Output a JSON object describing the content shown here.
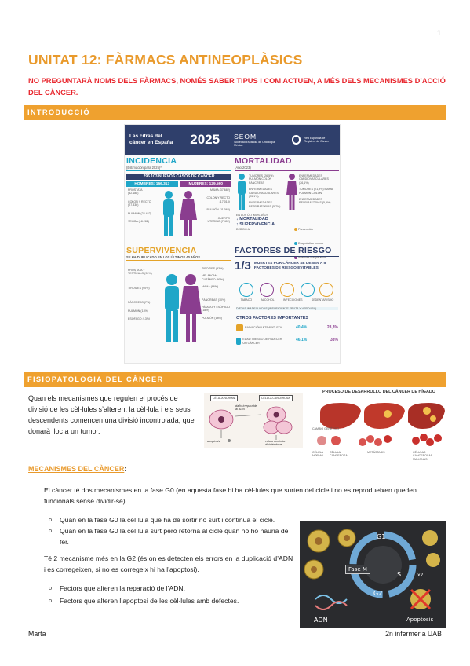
{
  "page_number": "1",
  "title": "UNITAT 12: FÀRMACS ANTINEOPLÀSICS",
  "warning": "NO PREGUNTARÀ NOMS DELS FÀRMACS, NOMÉS SABER TIPUS I COM ACTUEN, A MÉS DELS MECANISMES D’ACCIÓ DEL CÀNCER.",
  "sections": {
    "intro": "INTRODUCCIÓ",
    "fisio": "FISIOPATOLOGIA DEL CÀNCER"
  },
  "infographic": {
    "header_left": "Las cifras del cáncer en España",
    "year": "2025",
    "seom": "SEOM",
    "seom_sub": "Sociedad Española de Oncología Médica",
    "org": "Red Española de Registros de Cáncer",
    "incidencia": {
      "title": "INCIDENCIA",
      "sub": "(Estimación para 2025)*",
      "new_cases": "296.103 NUEVOS CASOS DE CÁNCER",
      "men": "HOMBRES: 166.313",
      "women": "MUJERES: 129.590",
      "men_list": [
        "PRÓSTATA (32.188)",
        "COLON Y RECTO (27.336)",
        "PULMÓN (23.442)",
        "VEJIGA (18.281)"
      ],
      "women_list": [
        "MAMA (37.682)",
        "COLON Y RECTO (17.018)",
        "PULMÓN (11.064)",
        "CUERPO UTERINO (7.402)"
      ]
    },
    "mortalidad": {
      "title": "MORTALIDAD",
      "sub": "(Año 2023)",
      "left_list": [
        "TUMORES (26,5%) PULMÓN COLON PÁNCREAS",
        "ENFERMEDADES CARDIOVASCULARES (25,1%)",
        "ENFERMEDADES RESPIRATORIAS (5,7%)"
      ],
      "right_list": [
        "ENFERMEDADES CARDIOVASCULARES (26,1%)",
        "TUMORES (21,9%) MAMA PULMÓN COLON",
        "ENFERMEDADES RESPIRATORIAS (5,9%)"
      ],
      "years_text": "EN LOS ÚLTIMOS AÑOS",
      "m1": "MORTALIDAD",
      "m2": "SUPERVIVENCIA",
      "m3": "DEBIDO A:",
      "causes": [
        "Prevención",
        "Diagnóstico precoz",
        "Avances terapéuticos"
      ]
    },
    "supervivencia": {
      "title": "SUPERVIVENCIA",
      "sub": "SE HA DUPLICADO EN LOS ÚLTIMOS 40 AÑOS",
      "left_list": [
        "PRÓSTATA Y TESTÍCULO (90%)",
        "TIROIDES (90%)",
        "PÁNCREAS (7%)",
        "PULMÓN (13%)",
        "ESÓFAGO (13%)"
      ],
      "right_list": [
        "TIROIDES (93%)",
        "MELANOMA CUTÁNEO (90%)",
        "MAMA (86%)",
        "PÁNCREAS (10%)",
        "HÍGADO Y ESÓFAGO (18%)",
        "PULMÓN (18%)"
      ]
    },
    "factores": {
      "title": "FACTORES DE RIESGO",
      "big": "1/3",
      "text": "MUERTES POR CÁNCER SE DEBEN A 5 FACTORES DE RIESGO EVITABLES",
      "items": [
        "TABACO",
        "ALCOHOL",
        "INFECCIONES",
        "SEDENTARISMO"
      ],
      "diet": "DIETAS INADECUADAS (INSUFICIENTE FRUTA Y VERDURA)",
      "otros": "OTROS FACTORES IMPORTANTES",
      "otros_items": [
        "RADIACIÓN ULTRAVIOLETA",
        "EDAD: RIESGO DE PADECER UN CÁNCER"
      ],
      "pcts": [
        "40,4%",
        "28,3%",
        "46,1%",
        "33%"
      ]
    }
  },
  "fisio_paragraph": "Quan els mecanismes que regulen el procés de divisió de les cèl·lules s’alteren, la cèl·lula i els seus descendents comencen una divisió incontrolada, que donarà lloc a un tumor.",
  "cell_figure": {
    "normal": "CÉLULA NORMAL",
    "cancer": "CÉLULA CANCEROSA",
    "damage": "daño irreparable al ADN",
    "apoptosis": "apoptosis",
    "uncontrolled": "célula continúa dividiéndose"
  },
  "liver_figure": {
    "title": "PROCESO DE DESARROLLO DEL CÁNCER DE HÍGADO",
    "labels": [
      "CÉLULA NORMAL",
      "CÉLULA CANCEROSA",
      "METÁSTASIS",
      "CÉLULAS CANCEROSAS MALIGNAS",
      "CAMBIO GENÉTICO"
    ]
  },
  "mecanismes_title": "MECANISMES DEL CÀNCER",
  "mecanismes_colon": ":",
  "para2": "El càncer té dos mecanismes en la fase G0 (en aquesta fase hi ha cèl·lules que surten del cicle i no es reprodueixen queden funcionals sense dividir-se)",
  "bullets_g0": [
    "Quan en la fase G0 la cèl·lula que ha de sortir no surt i continua el cicle.",
    "Quan en la fase G0 la cèl·lula surt però retorna al cicle quan no ho hauria de fer."
  ],
  "para3": "Té 2 mecanisme més en la G2 (és on es detecten els errors en la duplicació d’ADN i es corregeixen, si no es corregeix hi ha l’apoptosi).",
  "bullets_g2": [
    "Factors que alteren la reparació de l’ADN.",
    "Factors que alteren l’apoptosi de les cèl·lules amb defectes."
  ],
  "cycle_figure": {
    "g1": "G1",
    "s": "S",
    "g2": "G2",
    "fase_m": "Fase M",
    "x2": "x2",
    "adn": "ADN",
    "apoptosis": "Apoptosis"
  },
  "footer": {
    "left": "Marta",
    "right": "2n infermeria UAB"
  },
  "colors": {
    "accent_orange": "#efa12f",
    "warning_red": "#e8262d",
    "navy": "#2f3f6b",
    "cyan": "#1fa6c8",
    "purple": "#8a3d8f"
  }
}
